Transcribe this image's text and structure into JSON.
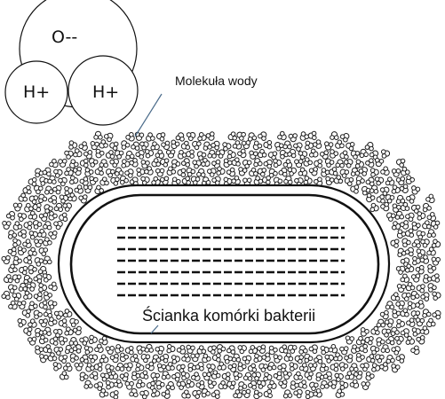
{
  "molecule": {
    "oxygen_label": "O--",
    "hydrogen_left_label": "H+",
    "hydrogen_right_label": "H+"
  },
  "labels": {
    "water_molecule": "Molekuła wody",
    "cell_wall": "Ścianka komórki bakterii"
  }
}
